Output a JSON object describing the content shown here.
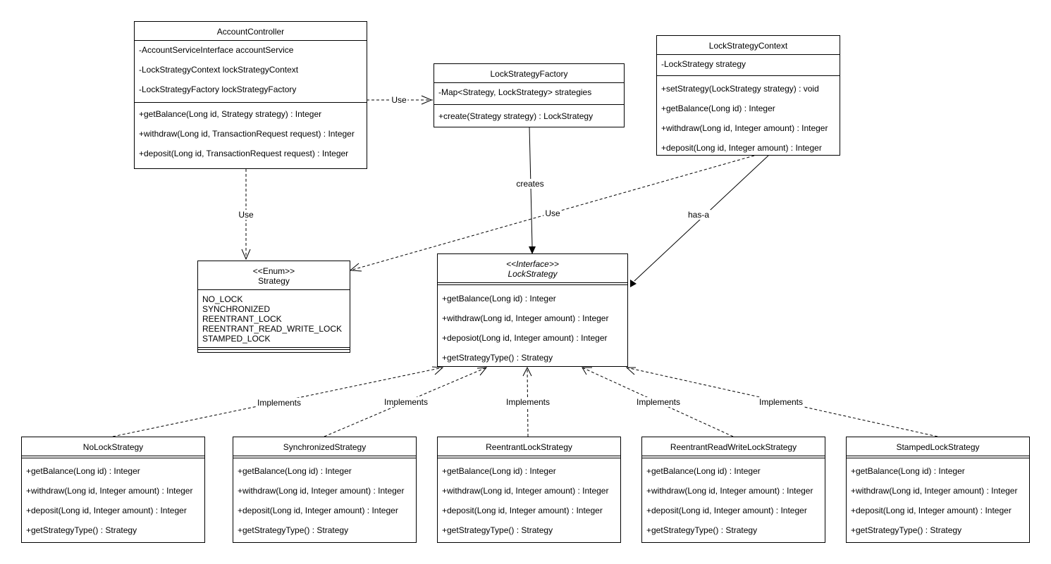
{
  "classes": {
    "account_controller": {
      "name": "AccountController",
      "attributes": [
        "-AccountServiceInterface accountService",
        "-LockStrategyContext lockStrategyContext",
        "-LockStrategyFactory lockStrategyFactory"
      ],
      "methods": [
        "+getBalance(Long id, Strategy strategy) : Integer",
        "+withdraw(Long id, TransactionRequest request) : Integer",
        "+deposit(Long id, TransactionRequest request) : Integer"
      ]
    },
    "lock_strategy_factory": {
      "name": "LockStrategyFactory",
      "attributes": [
        "-Map<Strategy, LockStrategy> strategies"
      ],
      "methods": [
        "+create(Strategy strategy) : LockStrategy"
      ]
    },
    "lock_strategy_context": {
      "name": "LockStrategyContext",
      "attributes": [
        "-LockStrategy strategy"
      ],
      "methods": [
        "+setStrategy(LockStrategy strategy) : void",
        "+getBalance(Long id) : Integer",
        "+withdraw(Long id, Integer amount) : Integer",
        "+deposit(Long id, Integer amount) : Integer"
      ]
    },
    "strategy_enum": {
      "stereotype": "<<Enum>>",
      "name": "Strategy",
      "literals": [
        "NO_LOCK",
        "SYNCHRONIZED",
        "REENTRANT_LOCK",
        "REENTRANT_READ_WRITE_LOCK",
        "STAMPED_LOCK"
      ]
    },
    "lock_strategy_interface": {
      "stereotype": "<<Interface>>",
      "name": "LockStrategy",
      "methods": [
        "+getBalance(Long id) : Integer",
        "+withdraw(Long id, Integer amount) : Integer",
        "+deposiot(Long id, Integer amount) : Integer",
        "+getStrategyType() : Strategy"
      ]
    },
    "no_lock_strategy": {
      "name": "NoLockStrategy",
      "methods": [
        "+getBalance(Long id) : Integer",
        "+withdraw(Long id, Integer amount) : Integer",
        "+deposit(Long id, Integer amount) : Integer",
        "+getStrategyType() : Strategy"
      ]
    },
    "synchronized_strategy": {
      "name": "SynchronizedStrategy",
      "methods": [
        "+getBalance(Long id) : Integer",
        "+withdraw(Long id, Integer amount) : Integer",
        "+deposit(Long id, Integer amount) : Integer",
        "+getStrategyType() : Strategy"
      ]
    },
    "reentrant_lock_strategy": {
      "name": "ReentrantLockStrategy",
      "methods": [
        "+getBalance(Long id) : Integer",
        "+withdraw(Long id, Integer amount) : Integer",
        "+deposit(Long id, Integer amount) : Integer",
        "+getStrategyType() : Strategy"
      ]
    },
    "reentrant_read_write_lock_strategy": {
      "name": "ReentrantReadWriteLockStrategy",
      "methods": [
        "+getBalance(Long id) : Integer",
        "+withdraw(Long id, Integer amount) : Integer",
        "+deposit(Long id, Integer amount) : Integer",
        "+getStrategyType() : Strategy"
      ]
    },
    "stamped_lock_strategy": {
      "name": "StampedLockStrategy",
      "methods": [
        "+getBalance(Long id) : Integer",
        "+withdraw(Long id, Integer amount) : Integer",
        "+deposit(Long id, Integer amount) : Integer",
        "+getStrategyType() : Strategy"
      ]
    }
  },
  "relations": {
    "controller_uses_factory": "Use",
    "controller_uses_enum": "Use",
    "context_uses_enum": "Use",
    "factory_creates_strategy": "creates",
    "context_has_strategy": "has-a",
    "implements_no_lock": "Implements",
    "implements_synchronized": "Implements",
    "implements_reentrant": "Implements",
    "implements_read_write": "Implements",
    "implements_stamped": "Implements"
  }
}
